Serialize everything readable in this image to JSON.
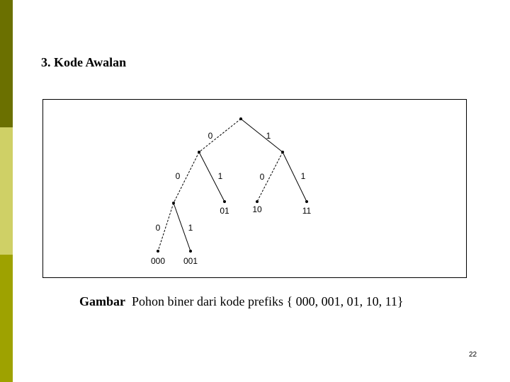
{
  "colors": {
    "sidebar_band_1": "#6b7000",
    "sidebar_band_2": "#cfd066",
    "sidebar_band_3": "#9ea200"
  },
  "slide": {
    "heading": "3.  Kode Awalan",
    "caption_label": "Gambar",
    "caption_text": "Pohon biner dari kode prefiks { 000, 001, 01, 10, 11}",
    "page_number": "22"
  },
  "tree": {
    "edges": [
      {
        "from": "root",
        "to": "n0",
        "label": "0"
      },
      {
        "from": "root",
        "to": "n1",
        "label": "1"
      },
      {
        "from": "n0",
        "to": "n00",
        "label": "0"
      },
      {
        "from": "n0",
        "to": "n01",
        "label": "1"
      },
      {
        "from": "n1",
        "to": "n10",
        "label": "0"
      },
      {
        "from": "n1",
        "to": "n11",
        "label": "1"
      },
      {
        "from": "n00",
        "to": "n000",
        "label": "0"
      },
      {
        "from": "n00",
        "to": "n001",
        "label": "1"
      }
    ],
    "leaves": [
      {
        "node": "n01",
        "label": "01"
      },
      {
        "node": "n10",
        "label": "10"
      },
      {
        "node": "n11",
        "label": "11"
      },
      {
        "node": "n000",
        "label": "000"
      },
      {
        "node": "n001",
        "label": "001"
      }
    ]
  }
}
